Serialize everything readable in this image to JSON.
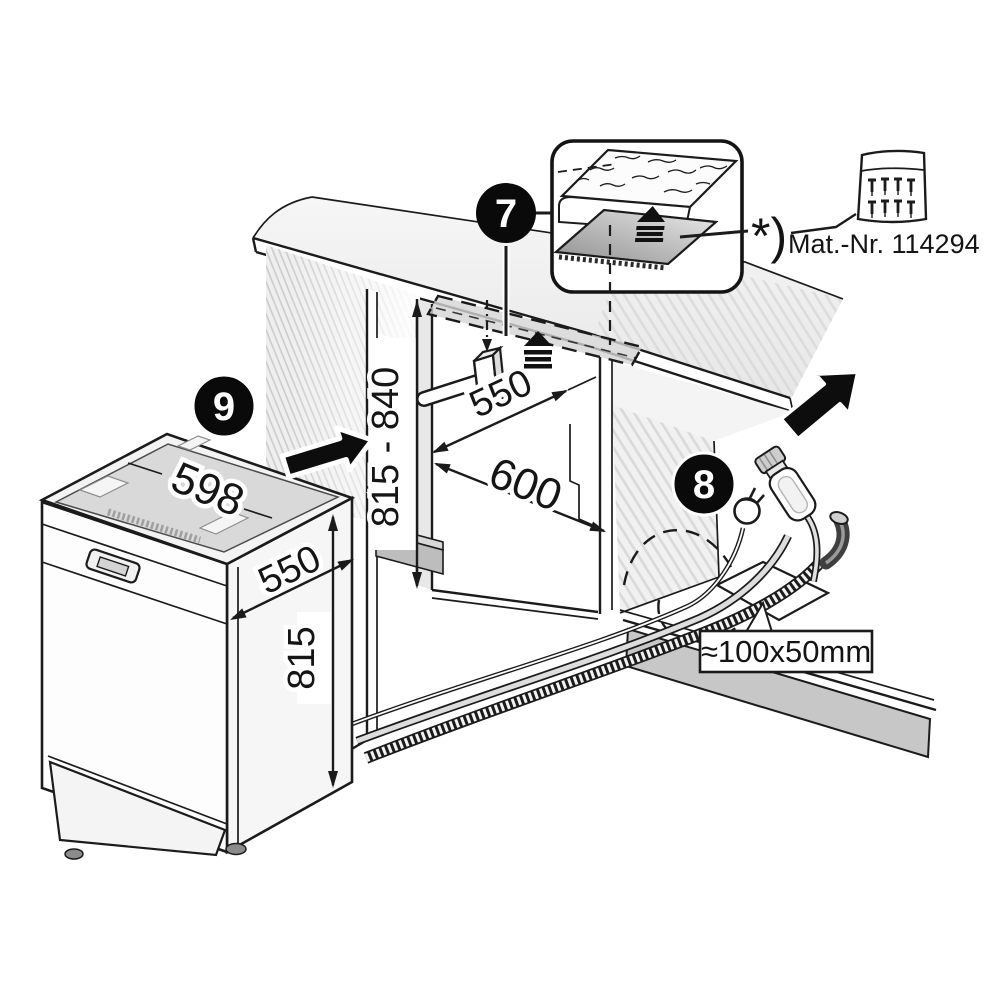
{
  "figure": {
    "type": "installation-diagram",
    "subject": "built-under dishwasher installation into kitchen niche"
  },
  "callouts": {
    "attach_protective_strip": "7",
    "hose_feedthrough": "8",
    "push_in": "9"
  },
  "dimensions": {
    "niche_height_range": "815 - 840",
    "niche_depth_front": "550",
    "niche_depth_total": "600",
    "appliance_width": "598",
    "appliance_depth": "550",
    "appliance_height": "815"
  },
  "inset": {
    "footnote_marker": "*)",
    "part_number": "Mat.-Nr. 114294"
  },
  "cutout": {
    "size_label": "≈100x50mm"
  },
  "icons": [
    "screw-packet-icon",
    "press-on-arrow-icon",
    "hammer-icon",
    "mains-plug-icon",
    "aquastop-valve-icon",
    "drain-hose-icon",
    "push-direction-arrow-icon",
    "slide-direction-arrow-icon"
  ],
  "colors": {
    "line": "#1b1b1b",
    "callout_bg": "#0a0a0a",
    "callout_text": "#ffffff",
    "worktop_surface": "#ededed",
    "appliance_top": "#d9d9d9",
    "plinth": "#c7c7c7"
  }
}
